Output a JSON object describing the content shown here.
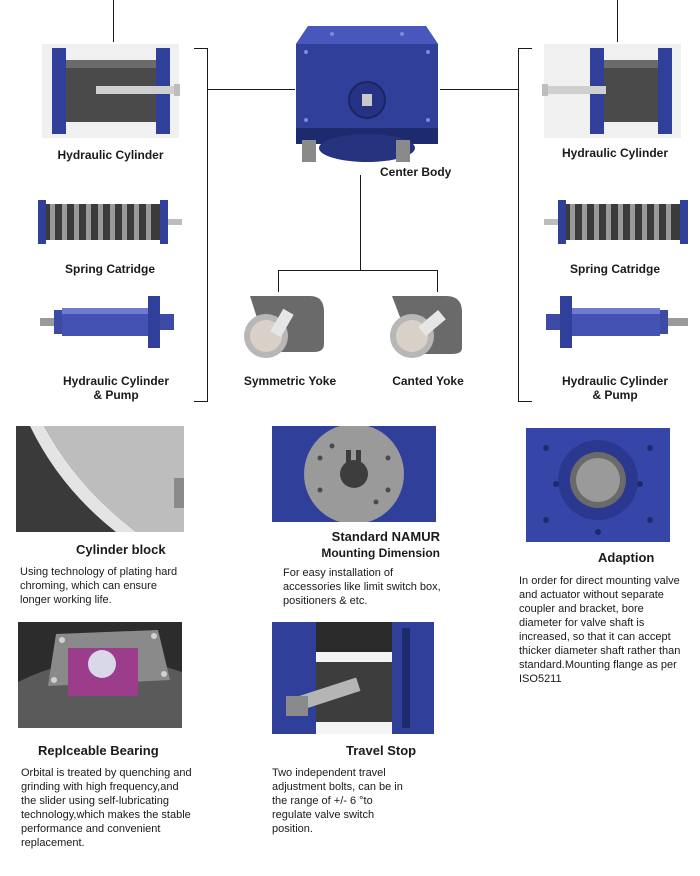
{
  "top_section": {
    "left_column": {
      "hydraulic_cylinder": "Hydraulic Cylinder",
      "spring_cartridge": "Spring Catridge",
      "cylinder_pump_line1": "Hydraulic Cylinder",
      "cylinder_pump_line2": "& Pump"
    },
    "right_column": {
      "hydraulic_cylinder": "Hydraulic Cylinder",
      "spring_cartridge": "Spring Catridge",
      "cylinder_pump_line1": "Hydraulic Cylinder",
      "cylinder_pump_line2": "& Pump"
    },
    "center_body": "Center Body",
    "symmetric_yoke": "Symmetric Yoke",
    "canted_yoke": "Canted Yoke"
  },
  "features": {
    "cylinder_block": {
      "title": "Cylinder block",
      "text": "Using technology of plating hard chroming, which can ensure longer working life."
    },
    "namur": {
      "title_line1": "Standard NAMUR",
      "title_line2": "Mounting Dimension",
      "text": "For easy installation of accessories like limit switch box, positioners & etc."
    },
    "adaption": {
      "title": "Adaption",
      "text": "In order for direct mounting valve and actuator without separate coupler and bracket, bore diameter for valve shaft is increased, so that it can accept thicker diameter shaft rather than standard.Mounting flange as per ISO5211"
    },
    "bearing": {
      "title": "Replceable Bearing",
      "text": "Orbital is treated by quenching and grinding with high frequency,and the slider using self-lubricating technology,which makes the stable performance and convenient replacement."
    },
    "travel_stop": {
      "title": "Travel Stop",
      "text": "Two independent travel adjustment bolts, can be in the range of +/- 6 °to regulate valve switch position."
    }
  },
  "colors": {
    "actuator_blue": "#2f3f9a",
    "dark_blue": "#1e2a6e",
    "metal_gray": "#9a9a9a",
    "bearing_magenta": "#9c3d8c"
  }
}
